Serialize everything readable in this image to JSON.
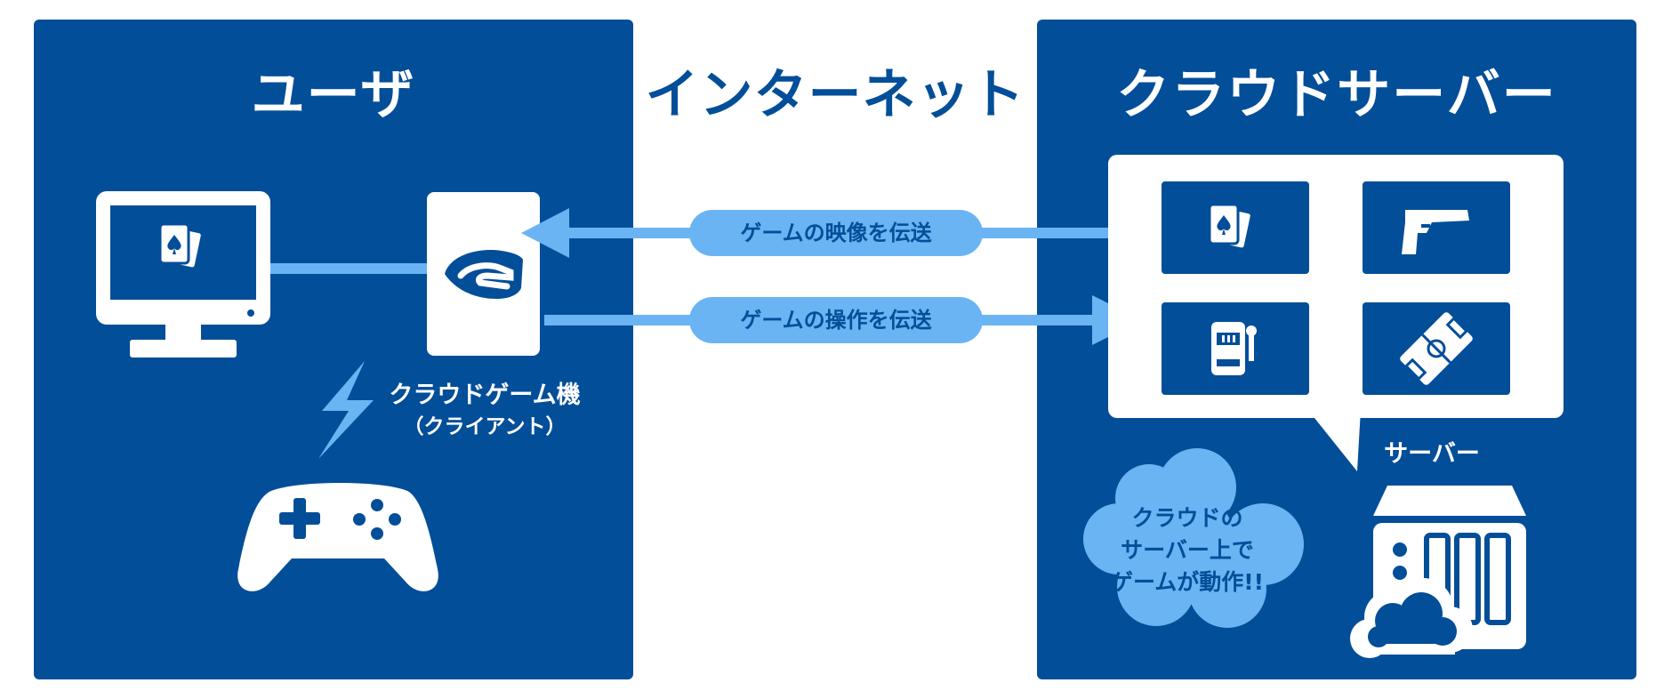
{
  "titles": {
    "user": "ユーザ",
    "internet": "インターネット",
    "cloud_server": "クラウドサーバー"
  },
  "client": {
    "label": "クラウドゲーム機",
    "sub": "（クライアント）"
  },
  "arrows": {
    "video": "ゲームの映像を伝送",
    "input": "ゲームの操作を伝送"
  },
  "server": {
    "label": "サーバー"
  },
  "cloud_message": [
    "クラウドの",
    "サーバー上で",
    "ゲームが動作!!"
  ],
  "games": [
    "cards-icon",
    "gun-icon",
    "slot-machine-icon",
    "soccer-field-icon"
  ],
  "colors": {
    "panel": "#034e98",
    "accent": "#6ab4f4",
    "background": "#ffffff"
  }
}
